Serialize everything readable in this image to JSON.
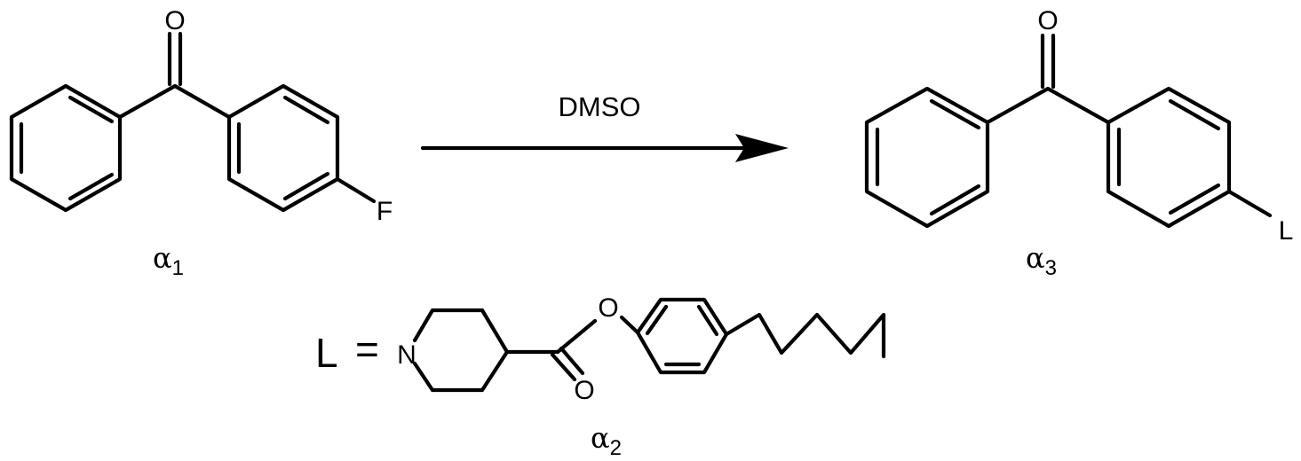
{
  "reaction": {
    "reagent": "DMSO",
    "arrow_color": "#000000"
  },
  "compounds": {
    "a1": {
      "label_main": "α",
      "label_sub": "1",
      "substituent": "F",
      "carbonyl_oxygen": "O"
    },
    "a3": {
      "label_main": "α",
      "label_sub": "3",
      "substituent": "L",
      "carbonyl_oxygen": "O"
    },
    "a2": {
      "label_main": "α",
      "label_sub": "2",
      "definition_symbol": "L",
      "equals_sign": "=",
      "nitrogen": "N",
      "ester_oxygen": "O",
      "carbonyl_oxygen": "O"
    }
  }
}
